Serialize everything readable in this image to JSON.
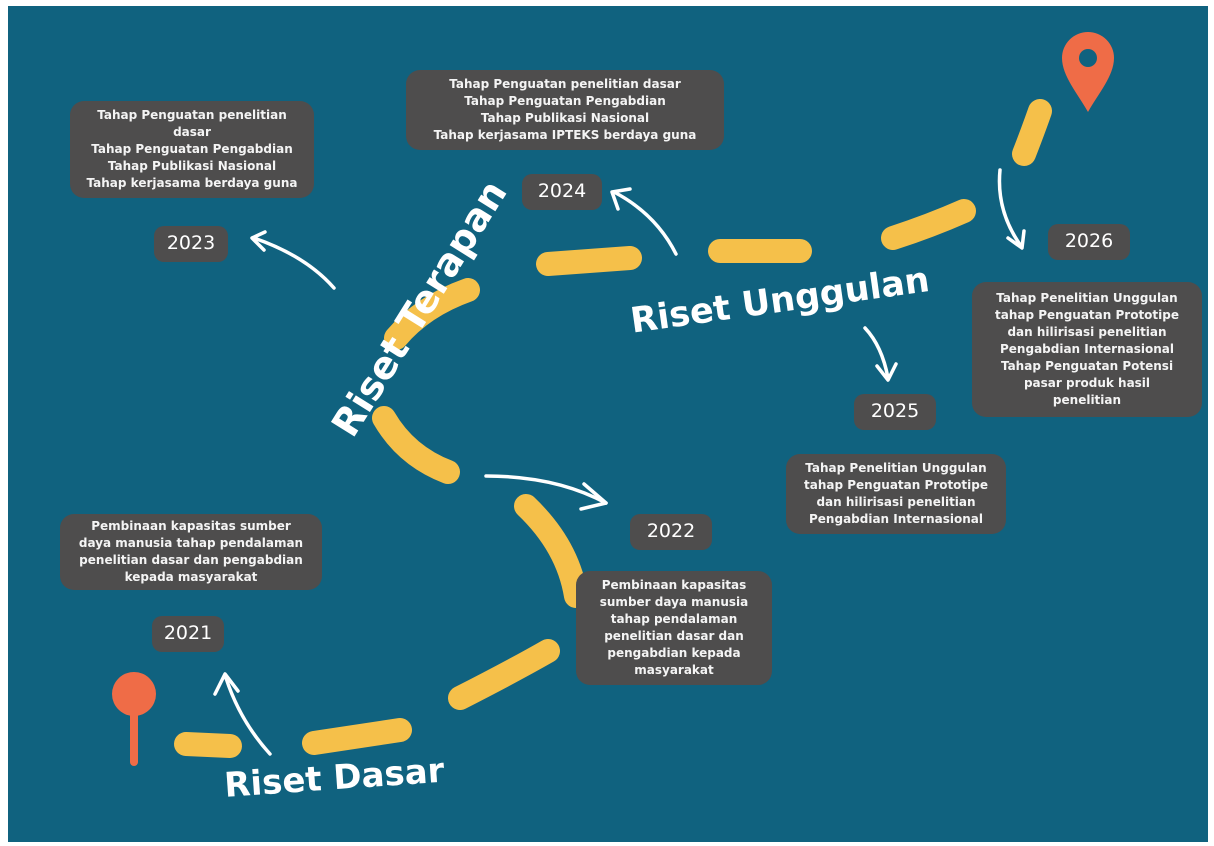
{
  "colors": {
    "background": "#10627f",
    "path_dash": "#f5c04a",
    "marker": "#ef6c47",
    "card": "#4e4d4d",
    "text": "#ffffff"
  },
  "icons": {
    "start": "start-pin-icon",
    "end": "location-pin-icon",
    "arrows": "curved-arrow-icon"
  },
  "stages": {
    "dasar": "Riset Dasar",
    "terapan": "Riset Terapan",
    "unggulan": "Riset Unggulan"
  },
  "milestones": [
    {
      "year": "2021",
      "lines": [
        "Pembinaan kapasitas sumber",
        "daya manusia tahap pendalaman",
        "penelitian dasar dan pengabdian",
        "kepada masyarakat"
      ]
    },
    {
      "year": "2022",
      "lines": [
        "Pembinaan kapasitas",
        "sumber daya manusia",
        "tahap pendalaman",
        "penelitian dasar dan",
        "pengabdian kepada",
        "masyarakat"
      ]
    },
    {
      "year": "2023",
      "lines": [
        "Tahap Penguatan penelitian",
        "dasar",
        "Tahap Penguatan Pengabdian",
        "Tahap Publikasi Nasional",
        "Tahap kerjasama berdaya guna"
      ]
    },
    {
      "year": "2024",
      "lines": [
        "Tahap Penguatan penelitian dasar",
        "Tahap Penguatan Pengabdian",
        "Tahap Publikasi Nasional",
        "Tahap kerjasama IPTEKS berdaya guna"
      ]
    },
    {
      "year": "2025",
      "lines": [
        "Tahap Penelitian Unggulan",
        "tahap Penguatan Prototipe",
        "dan hilirisasi penelitian",
        "Pengabdian Internasional"
      ]
    },
    {
      "year": "2026",
      "lines": [
        "Tahap Penelitian Unggulan",
        "tahap Penguatan Prototipe",
        "dan hilirisasi penelitian",
        "Pengabdian Internasional",
        "Tahap Penguatan Potensi",
        "pasar produk hasil",
        "penelitian"
      ]
    }
  ]
}
